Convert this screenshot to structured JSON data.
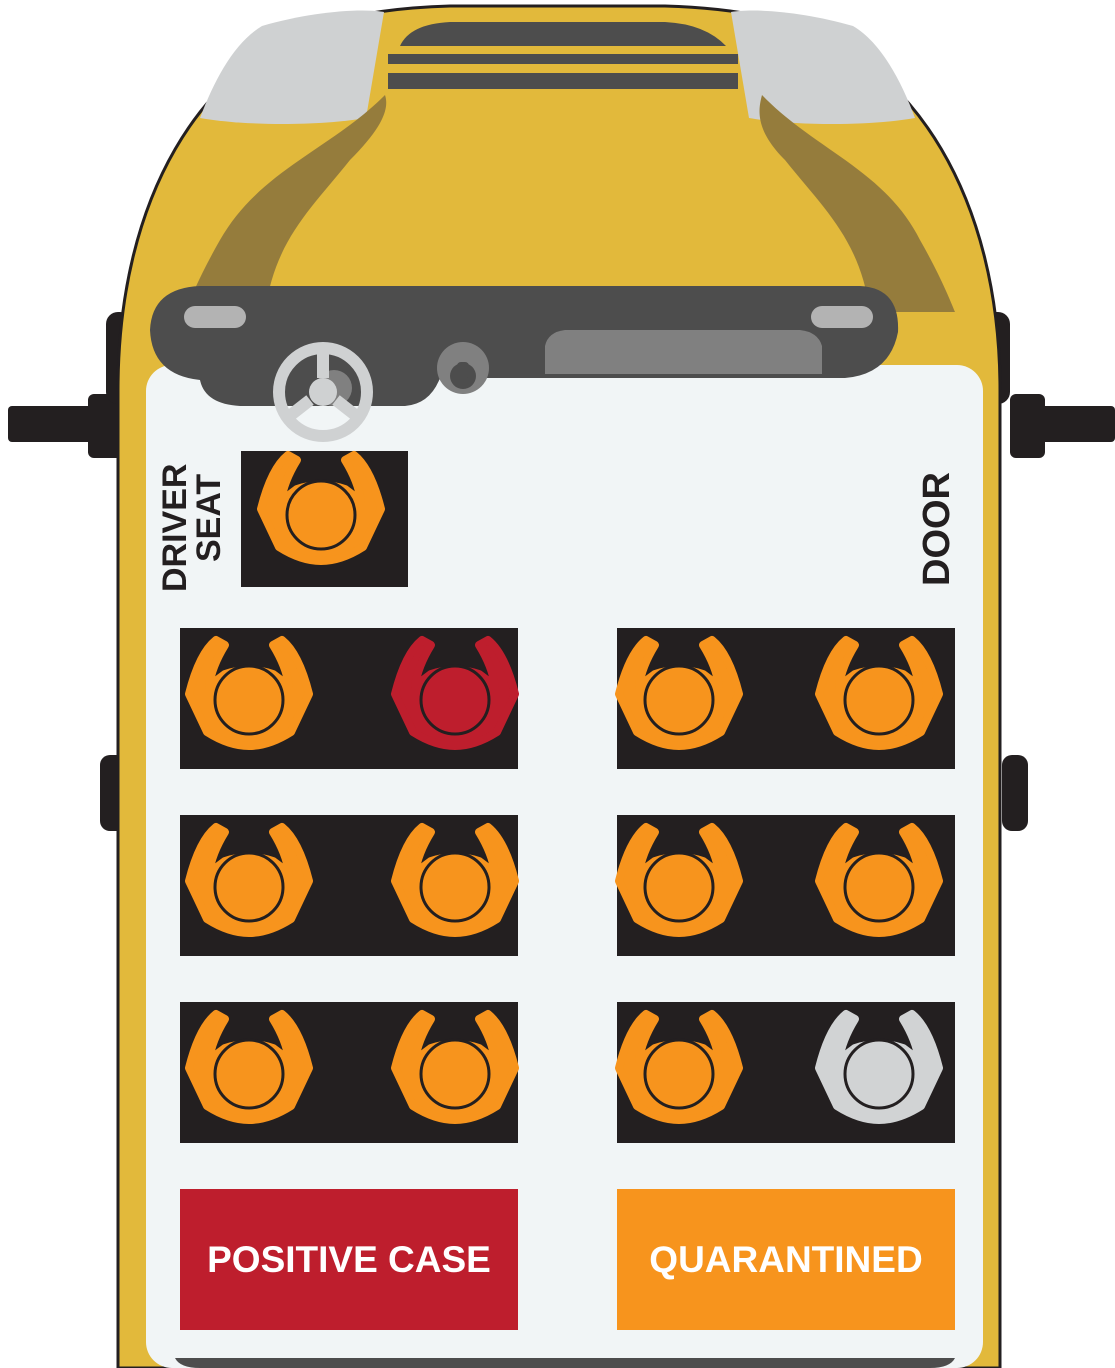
{
  "labels": {
    "driver_line1": "DRIVER",
    "driver_line2": "SEAT",
    "door": "DOOR"
  },
  "legend": {
    "positive_label": "POSITIVE CASE",
    "positive_color": "#be1e2d",
    "quarantined_label": "QUARANTINED",
    "quarantined_color": "#f7941d"
  },
  "colors": {
    "bus_body": "#e2b93b",
    "floor": "#f1f5f6",
    "seat_block": "#231f20",
    "dashboard": "#4d4d4d",
    "empty_seat": "#d1d3d4"
  },
  "seats": {
    "driver": "quarantined",
    "rows": [
      [
        "quarantined",
        "positive",
        "quarantined",
        "quarantined"
      ],
      [
        "quarantined",
        "quarantined",
        "quarantined",
        "quarantined"
      ],
      [
        "quarantined",
        "quarantined",
        "quarantined",
        "empty"
      ]
    ]
  }
}
